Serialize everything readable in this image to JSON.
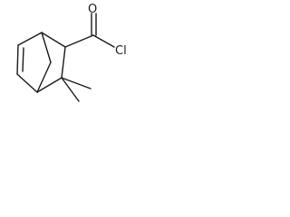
{
  "molecule": {
    "atoms": [
      {
        "id": "oxygen",
        "label": "O"
      },
      {
        "id": "chlorine",
        "label": "Cl"
      }
    ]
  }
}
